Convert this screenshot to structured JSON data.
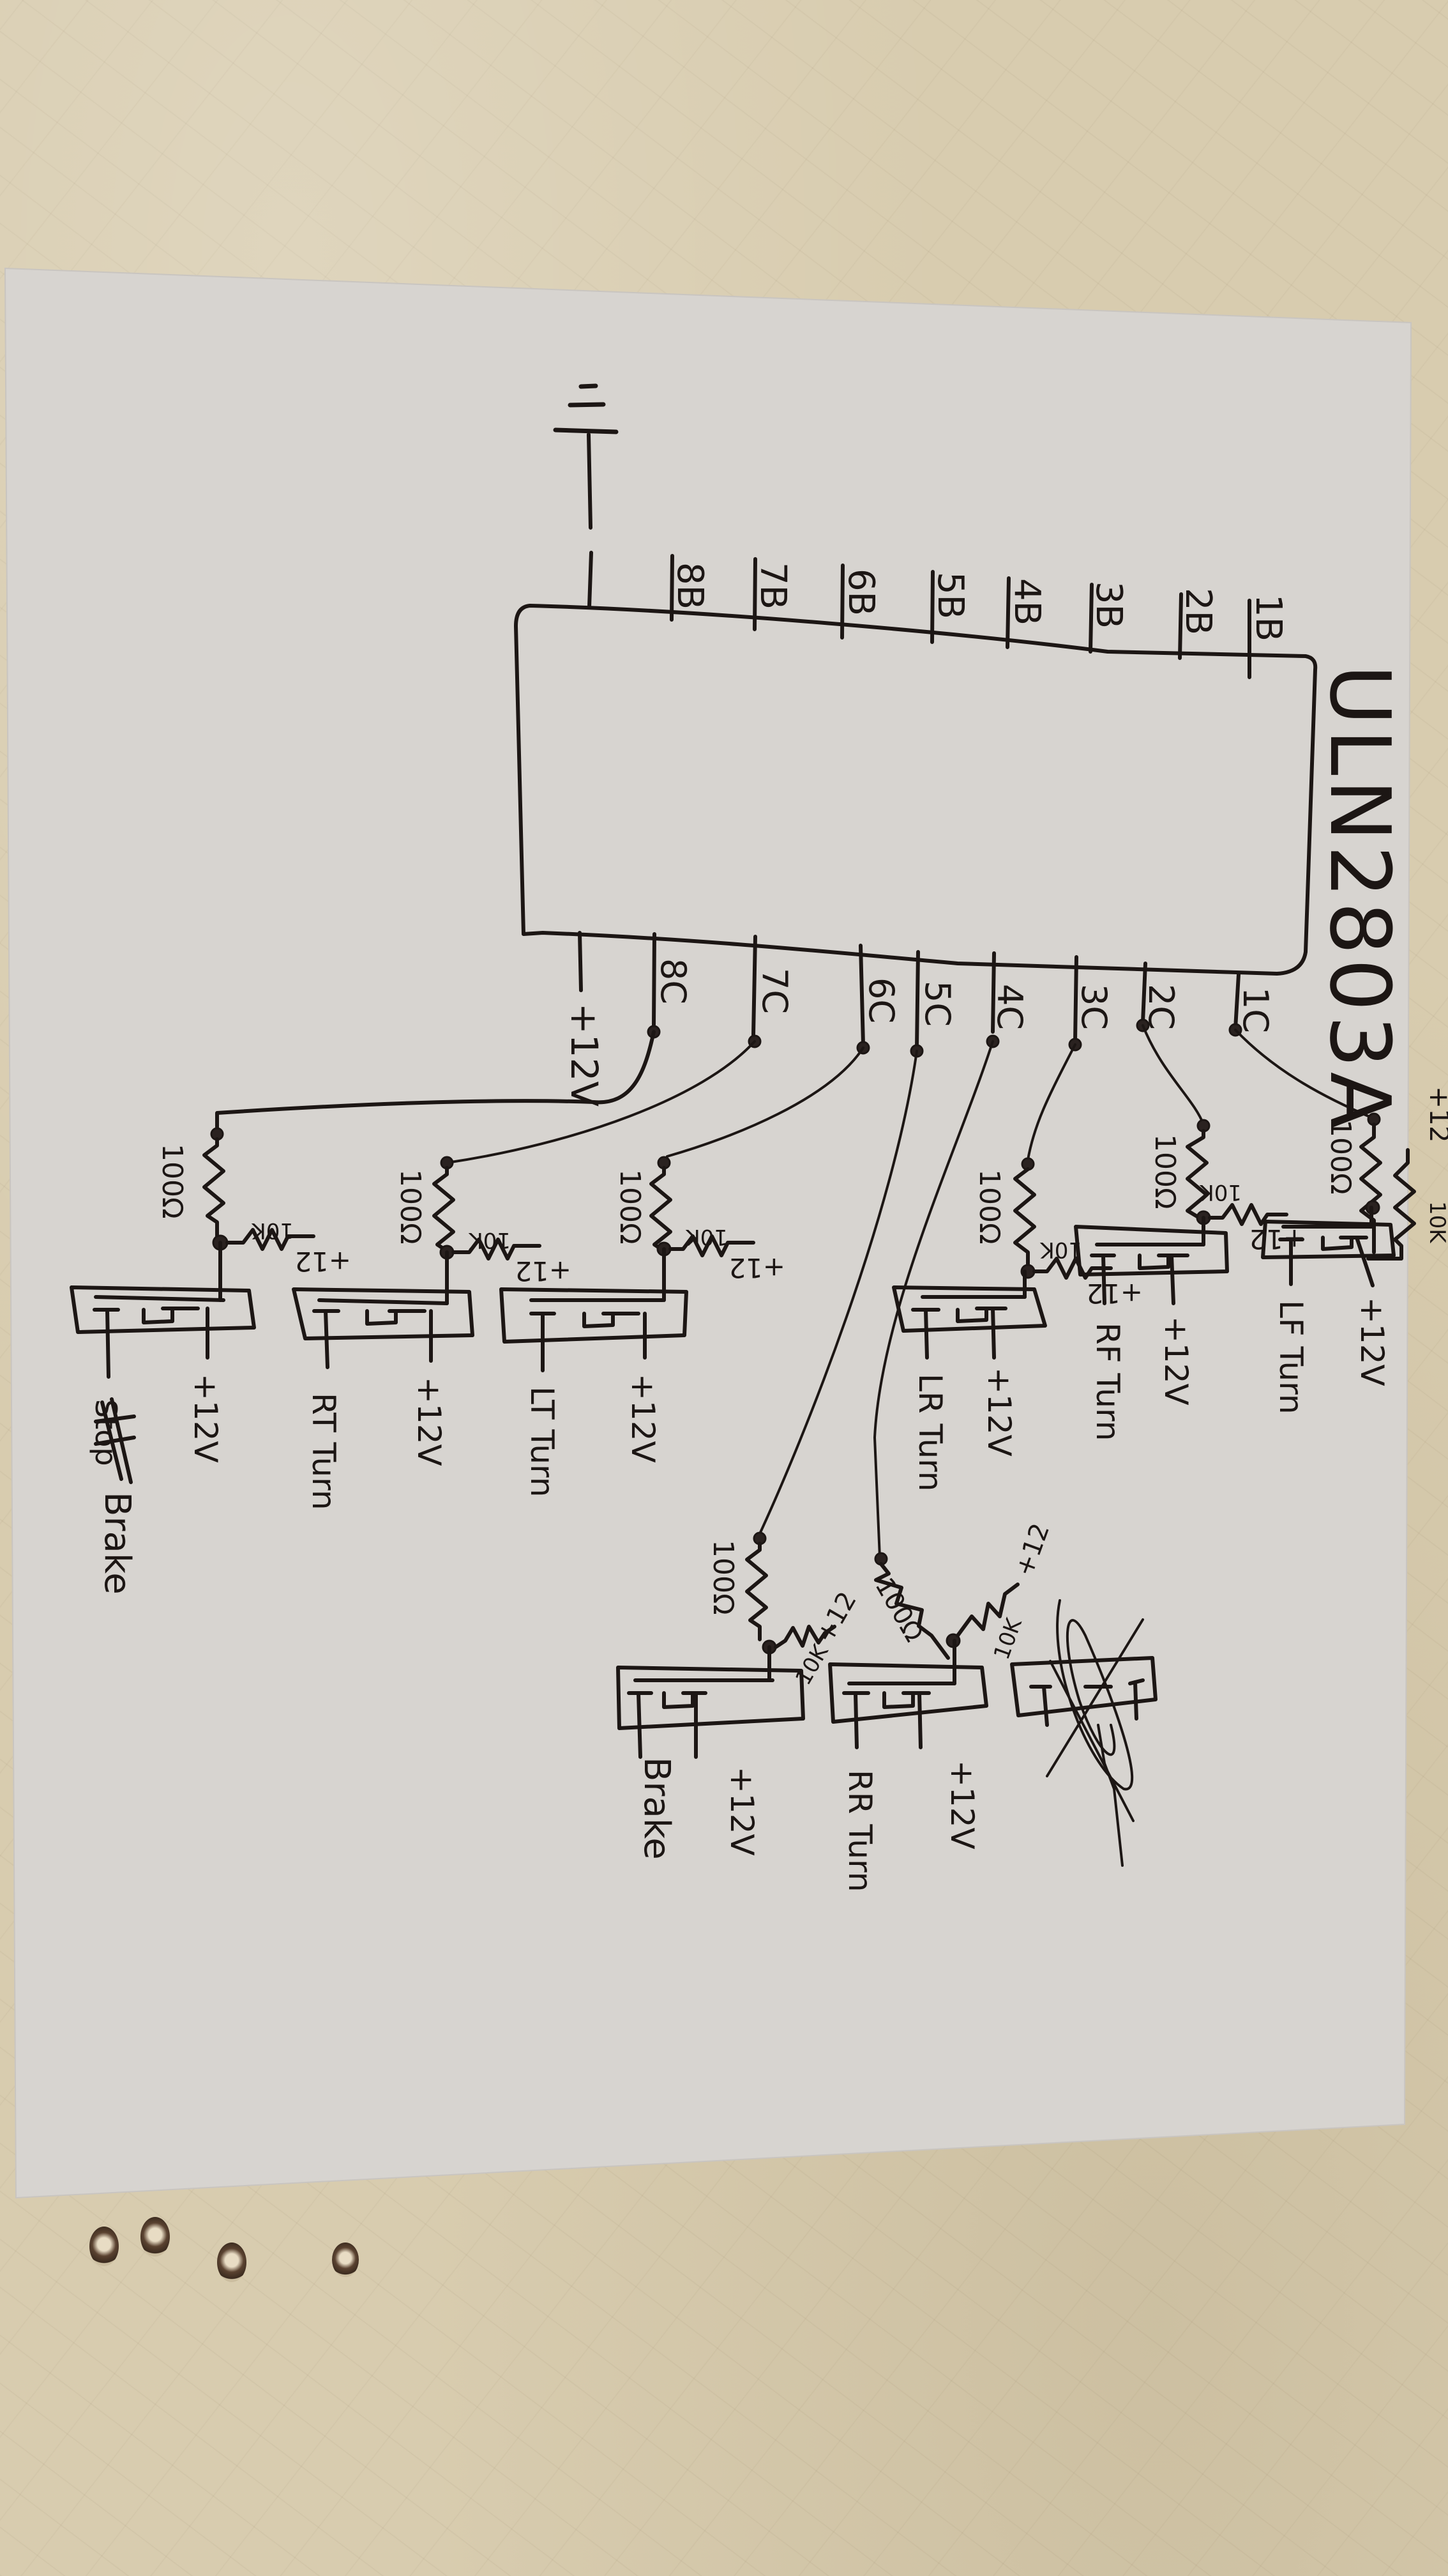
{
  "colors": {
    "wall": "#d8ccaf",
    "paper": "#d7d4d0",
    "ink": "#1c1614"
  },
  "diagram": {
    "title": "ULN2803A",
    "ground_symbol": "ground",
    "input_pins": [
      "1B",
      "2B",
      "3B",
      "4B",
      "5B",
      "6B",
      "7B",
      "8B"
    ],
    "output_pins": [
      "1C",
      "2C",
      "3C",
      "4C",
      "5C",
      "6C",
      "7C",
      "8C"
    ],
    "supply_pin_label": "+12V",
    "stages": [
      {
        "pin": "1C",
        "base_resistor": "100Ω",
        "pullup_resistor": "10K",
        "pullup_supply": "+12",
        "relay_supply": "+12V",
        "output_label": "LF Turn"
      },
      {
        "pin": "2C",
        "base_resistor": "100Ω",
        "pullup_resistor": "10K",
        "pullup_supply": "+12",
        "relay_supply": "+12V",
        "output_label": "RF Turn"
      },
      {
        "pin": "3C",
        "base_resistor": "100Ω",
        "pullup_resistor": "10K",
        "pullup_supply": "+12",
        "relay_supply": "+12V",
        "output_label": "LR Turn"
      },
      {
        "pin": "4C",
        "base_resistor": "100Ω",
        "pullup_resistor": "10K",
        "pullup_supply": "+12",
        "relay_supply": "+12V",
        "output_label": "RR Turn"
      },
      {
        "pin": "5C",
        "base_resistor": "100Ω",
        "pullup_resistor": "10K",
        "pullup_supply": "+12",
        "relay_supply": "+12V",
        "output_label": "Brake"
      },
      {
        "pin": "6C",
        "base_resistor": "100Ω",
        "pullup_resistor": "10K",
        "pullup_supply": "+12",
        "relay_supply": "+12V",
        "output_label": "LT Turn"
      },
      {
        "pin": "7C",
        "base_resistor": "100Ω",
        "pullup_resistor": "10K",
        "pullup_supply": "+12",
        "relay_supply": "+12V",
        "output_label": "RT Turn"
      },
      {
        "pin": "8C",
        "base_resistor": "100Ω",
        "pullup_resistor": "10K",
        "pullup_supply": "+12",
        "relay_supply": "+12V",
        "output_label": "Brake",
        "struck_word": "Stop"
      }
    ],
    "crossed_out_relay": true
  }
}
